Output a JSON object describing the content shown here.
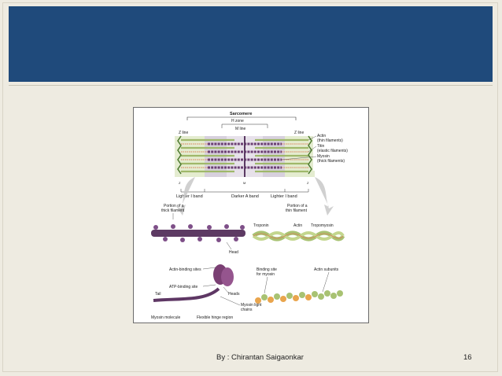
{
  "footer": {
    "author": "By : Chirantan Saigaonkar",
    "page_number": "16"
  },
  "figure": {
    "sarcomere_title": "Sarcomere",
    "h_zone": "H zone",
    "m_line": "M line",
    "z_line_left": "Z line",
    "z_line_right": "Z line",
    "legend": {
      "actin": "Actin",
      "actin_sub": "(thin filaments)",
      "titin": "Titin",
      "titin_sub": "(elastic filaments)",
      "myosin": "Myosin",
      "myosin_sub": "(thick filaments)"
    },
    "bands": {
      "lighter_i_left": "Lighter I band",
      "darker_a": "Darker A band",
      "lighter_i_right": "Lighter I band"
    },
    "axis_letters": {
      "z1": "Z",
      "m": "M",
      "z2": "Z"
    },
    "thick": {
      "title_line1": "Portion of a",
      "title_line2": "thick filament",
      "head": "Head"
    },
    "thin": {
      "title_line1": "Portion of a",
      "title_line2": "thin filament",
      "troponin": "Troponin",
      "actin": "Actin",
      "tropomyosin": "Tropomyosin"
    },
    "myosin_detail": {
      "actin_binding": "Actin-binding sites",
      "atp_binding": "ATP-binding site",
      "tail": "Tail",
      "heads": "Heads",
      "light_chains_1": "Myosin light",
      "light_chains_2": "chains",
      "molecule": "Myosin molecule",
      "hinge": "Flexible hinge region"
    },
    "actin_detail": {
      "binding_site_1": "Binding site",
      "binding_site_2": "for myosin",
      "subunits": "Actin subunits"
    }
  }
}
